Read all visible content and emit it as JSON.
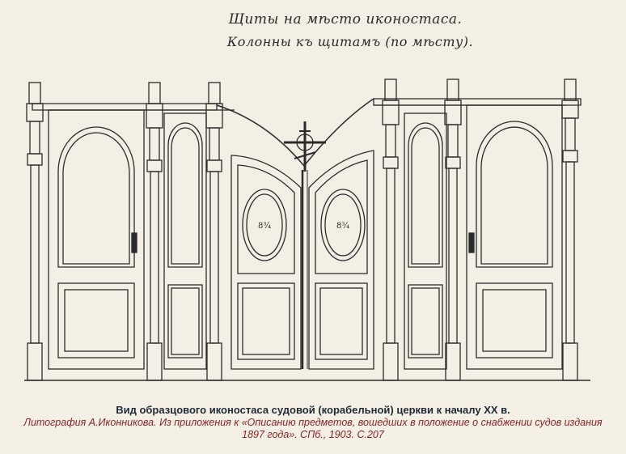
{
  "handwriting": {
    "line1": "Щиты на мѣсто иконостаса.",
    "line2": "Колонны къ щитамъ (по мѣсту)."
  },
  "panel_labels": {
    "left": "8¾",
    "right": "8¾"
  },
  "caption": {
    "title": "Вид образцового иконостаса судовой (корабельной) церкви к началу XX в.",
    "subtitle": "Литография А.Иконникова. Из приложения к «Описанию предметов, вошедших в положение о снабжении судов издания 1897 года». СПб., 1903. С.207"
  },
  "colors": {
    "ink": "#2b2b2b",
    "paper": "#f3efe4",
    "title": "#1f2a36",
    "subtitle": "#8a1f1f"
  }
}
